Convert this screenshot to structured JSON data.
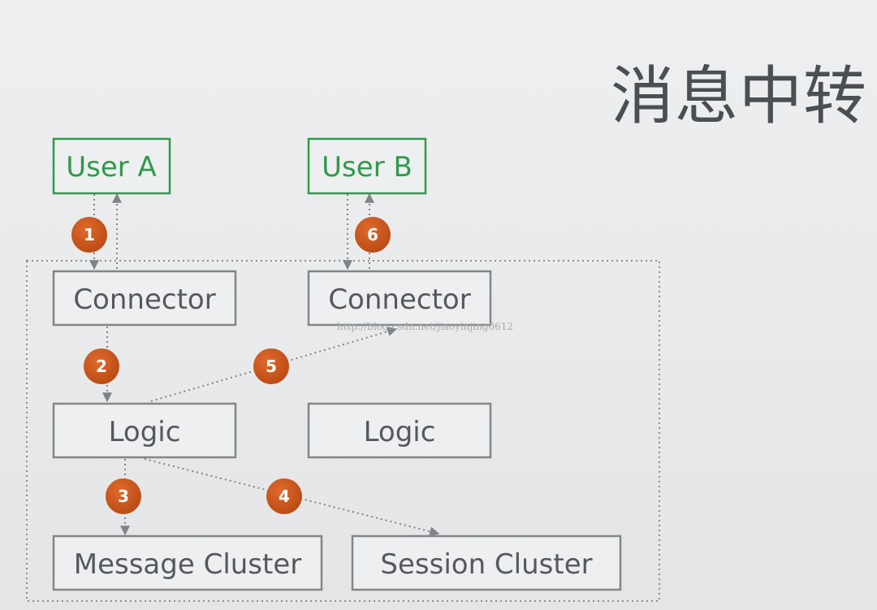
{
  "title": "消息中转",
  "nodes": {
    "user_a": "User A",
    "user_b": "User B",
    "connector_a": "Connector",
    "connector_b": "Connector",
    "logic_a": "Logic",
    "logic_b": "Logic",
    "message_cluster": "Message Cluster",
    "session_cluster": "Session Cluster"
  },
  "steps": [
    "1",
    "2",
    "3",
    "4",
    "5",
    "6"
  ],
  "watermark": "http://blog.csdn.net/jiaoyinjing0612",
  "colors": {
    "user_border": "#2f9a4c",
    "node_border": "#838688",
    "badge": "#cc5a22",
    "title": "#4b4e52"
  }
}
